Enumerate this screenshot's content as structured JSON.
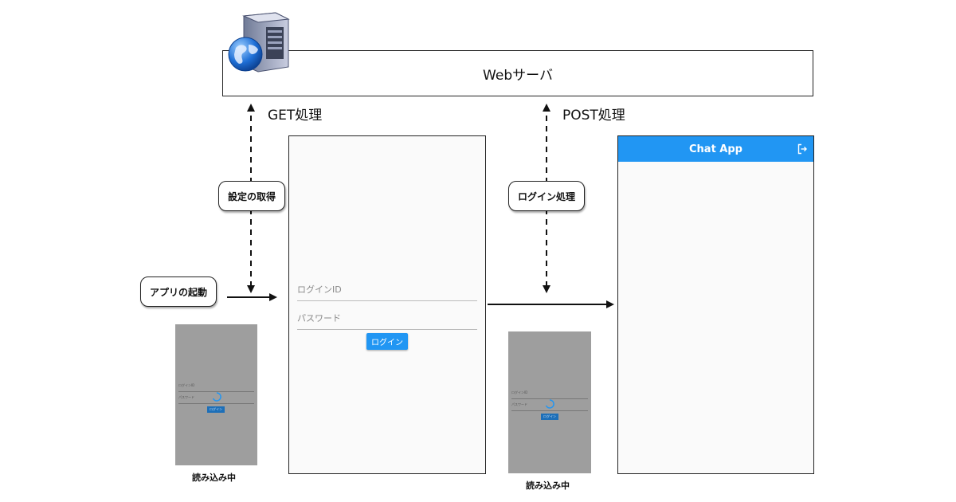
{
  "server": {
    "title": "Webサーバ"
  },
  "flows": {
    "get_label": "GET処理",
    "post_label": "POST処理",
    "get_settings": "設定の取得",
    "login_process": "ログイン処理",
    "app_start": "アプリの起動"
  },
  "login_screen": {
    "login_id_label": "ログインID",
    "password_label": "パスワード",
    "login_button": "ログイン"
  },
  "loading_screen": {
    "login_id_label": "ログインID",
    "password_label": "パスワード",
    "login_button": "ログイン",
    "caption": "読み込み中"
  },
  "chat_screen": {
    "title": "Chat App",
    "logout_icon": "logout-icon"
  },
  "colors": {
    "accent": "#2196f3",
    "loading_bg": "#9e9e9e"
  }
}
